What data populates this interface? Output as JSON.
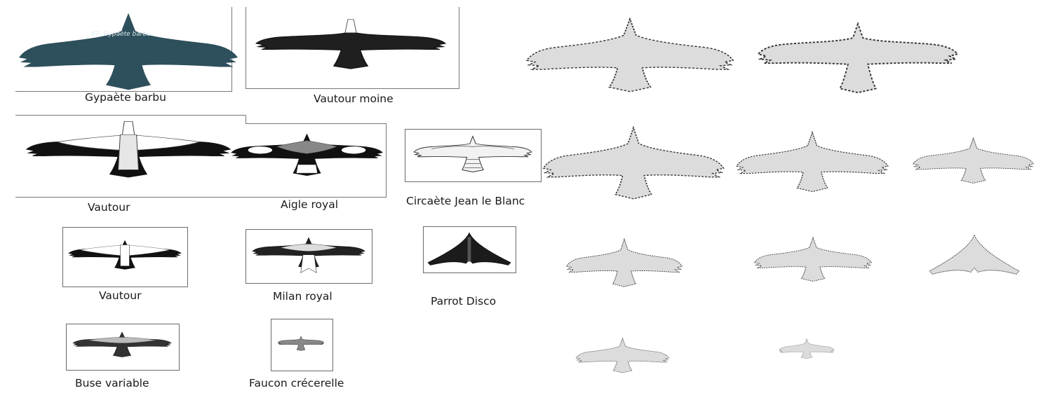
{
  "colors": {
    "gypaete_fill": "#2e4f5c",
    "silhouette_fill": "#dcdcdc",
    "silhouette_outline": "#333333",
    "bird_dark": "#111111"
  },
  "references": [
    {
      "id": "gypaete",
      "caption": "Gypaète barbu",
      "inner_label": "07- Gypaète barbu"
    },
    {
      "id": "vautour-moine",
      "caption": "Vautour moine"
    },
    {
      "id": "vautour-1",
      "caption": "Vautour"
    },
    {
      "id": "aigle",
      "caption": "Aigle royal"
    },
    {
      "id": "circaete",
      "caption": "Circaète Jean le Blanc"
    },
    {
      "id": "vautour-2",
      "caption": "Vautour"
    },
    {
      "id": "milan",
      "caption": "Milan royal"
    },
    {
      "id": "parrot",
      "caption": "Parrot Disco"
    },
    {
      "id": "buse",
      "caption": "Buse variable"
    },
    {
      "id": "faucon",
      "caption": "Faucon crécerelle"
    }
  ],
  "silhouettes": {
    "count": 10
  }
}
